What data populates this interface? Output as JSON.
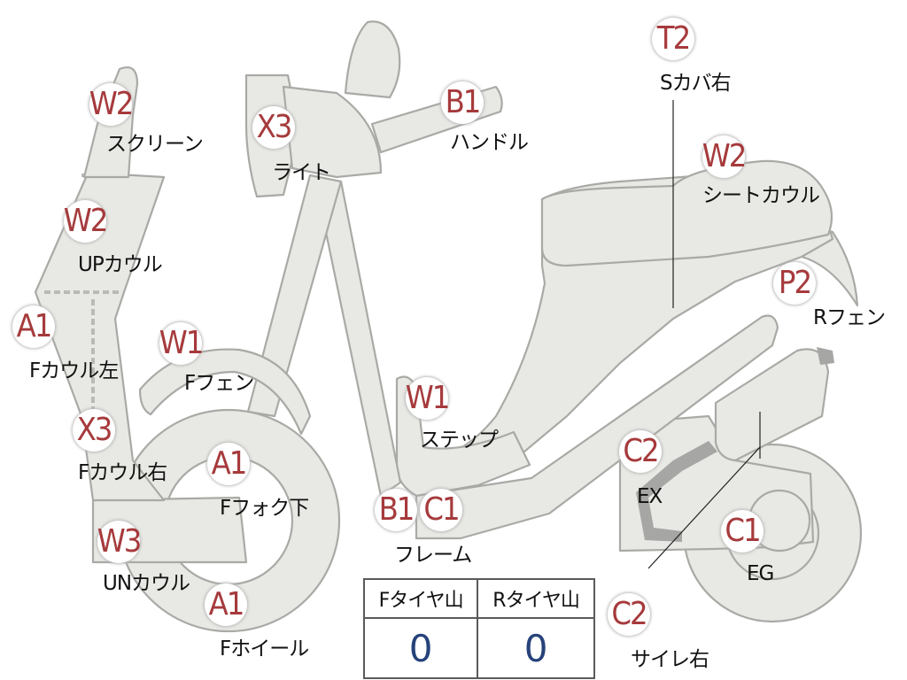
{
  "parts": [
    {
      "key": "screen",
      "code": "W2",
      "label": "スクリーン"
    },
    {
      "key": "light",
      "code": "X3",
      "label": "ライト"
    },
    {
      "key": "handle",
      "code": "B1",
      "label": "ハンドル"
    },
    {
      "key": "s_cover_r",
      "code": "T2",
      "label": "Sカバ右"
    },
    {
      "key": "seat_cowl",
      "code": "W2",
      "label": "シートカウル"
    },
    {
      "key": "up_cowl",
      "code": "W2",
      "label": "UPカウル"
    },
    {
      "key": "r_fender",
      "code": "P2",
      "label": "Rフェン"
    },
    {
      "key": "f_cowl_l",
      "code": "A1",
      "label": "Fカウル左"
    },
    {
      "key": "f_fender",
      "code": "W1",
      "label": "Fフェン"
    },
    {
      "key": "step",
      "code": "W1",
      "label": "ステップ"
    },
    {
      "key": "f_cowl_r",
      "code": "X3",
      "label": "Fカウル右"
    },
    {
      "key": "f_fork",
      "code": "A1",
      "label": "Fフォク下"
    },
    {
      "key": "ex",
      "code": "C2",
      "label": "EX"
    },
    {
      "key": "frame_b",
      "code": "B1",
      "label": ""
    },
    {
      "key": "frame",
      "code": "C1",
      "label": "フレーム"
    },
    {
      "key": "eg",
      "code": "C1",
      "label": "EG"
    },
    {
      "key": "un_cowl",
      "code": "W3",
      "label": "UNカウル"
    },
    {
      "key": "f_wheel",
      "code": "A1",
      "label": "Fホイール"
    },
    {
      "key": "muffler_r",
      "code": "C2",
      "label": "サイレ右"
    }
  ],
  "tire_table": {
    "headers": [
      "Fタイヤ山",
      "Rタイヤ山"
    ],
    "values": [
      "0",
      "0"
    ]
  }
}
